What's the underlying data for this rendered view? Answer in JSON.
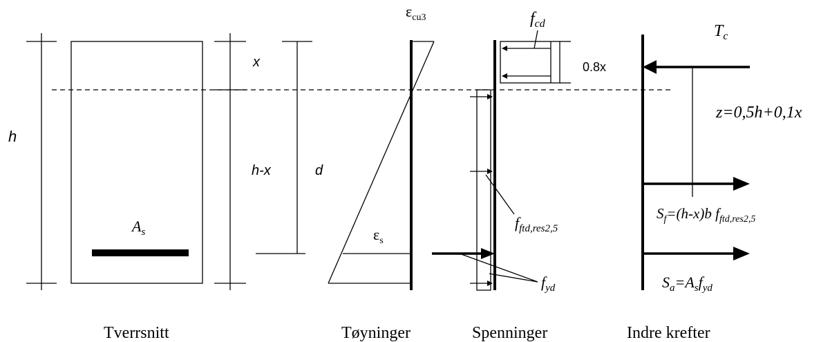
{
  "section": {
    "caption": "Tverrsnitt",
    "label_h": "h",
    "label_x": "x",
    "label_hx": "h-x",
    "label_d": "d",
    "label_As_main": "A",
    "label_As_sub": "s"
  },
  "strain": {
    "caption": "Tøyninger",
    "eps_cu_main": "ε",
    "eps_cu_sub": "cu3",
    "eps_s_main": "ε",
    "eps_s_sub": "s"
  },
  "stress": {
    "caption": "Spenninger",
    "fcd_main": "f",
    "fcd_sub": "cd",
    "block_depth": "0.8x",
    "fftd_main": "f",
    "fftd_sub": "ftd,res2,5",
    "fyd_main": "f",
    "fyd_sub": "yd"
  },
  "forces": {
    "caption": "Indre krefter",
    "Tc_main": "T",
    "Tc_sub": "c",
    "z_formula": "z=0,5h+0,1x",
    "Sf_main": "S",
    "Sf_sub": "f",
    "Sf_rest": "=(h-x)b f",
    "Sf_rest_sub": "ftd,res2,5",
    "Sa_main": "S",
    "Sa_sub": "a",
    "Sa_rest": "=A",
    "Sa_rest_sub": "s",
    "Sa_f": "f",
    "Sa_f_sub": "yd"
  }
}
